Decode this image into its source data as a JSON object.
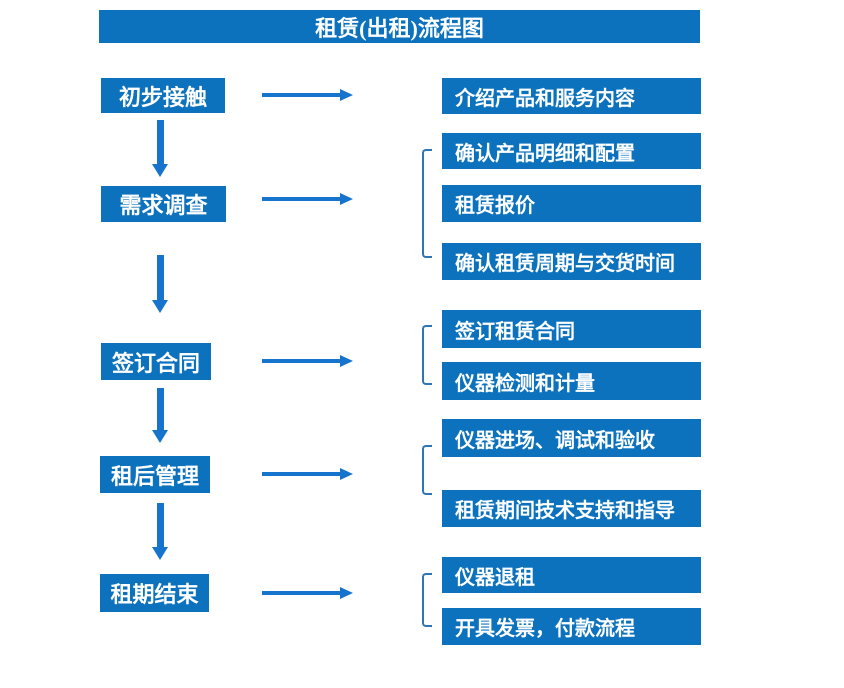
{
  "title": "租赁(出租)流程图",
  "colors": {
    "node_fill": "#0d72bd",
    "arrow": "#1674cc",
    "bracket": "#2e75b6",
    "text": "#ffffff",
    "background": "#ffffff"
  },
  "stages": [
    {
      "label": "初步接触",
      "outputs": [
        "介绍产品和服务内容"
      ]
    },
    {
      "label": "需求调查",
      "outputs": [
        "确认产品明细和配置",
        "租赁报价",
        "确认租赁周期与交货时间"
      ]
    },
    {
      "label": "签订合同",
      "outputs": [
        "签订租赁合同",
        "仪器检测和计量"
      ]
    },
    {
      "label": "租后管理",
      "outputs": [
        "仪器进场、调试和验收",
        "租赁期间技术支持和指导"
      ]
    },
    {
      "label": "租期结束",
      "outputs": [
        "仪器退租",
        "开具发票，付款流程"
      ]
    }
  ]
}
